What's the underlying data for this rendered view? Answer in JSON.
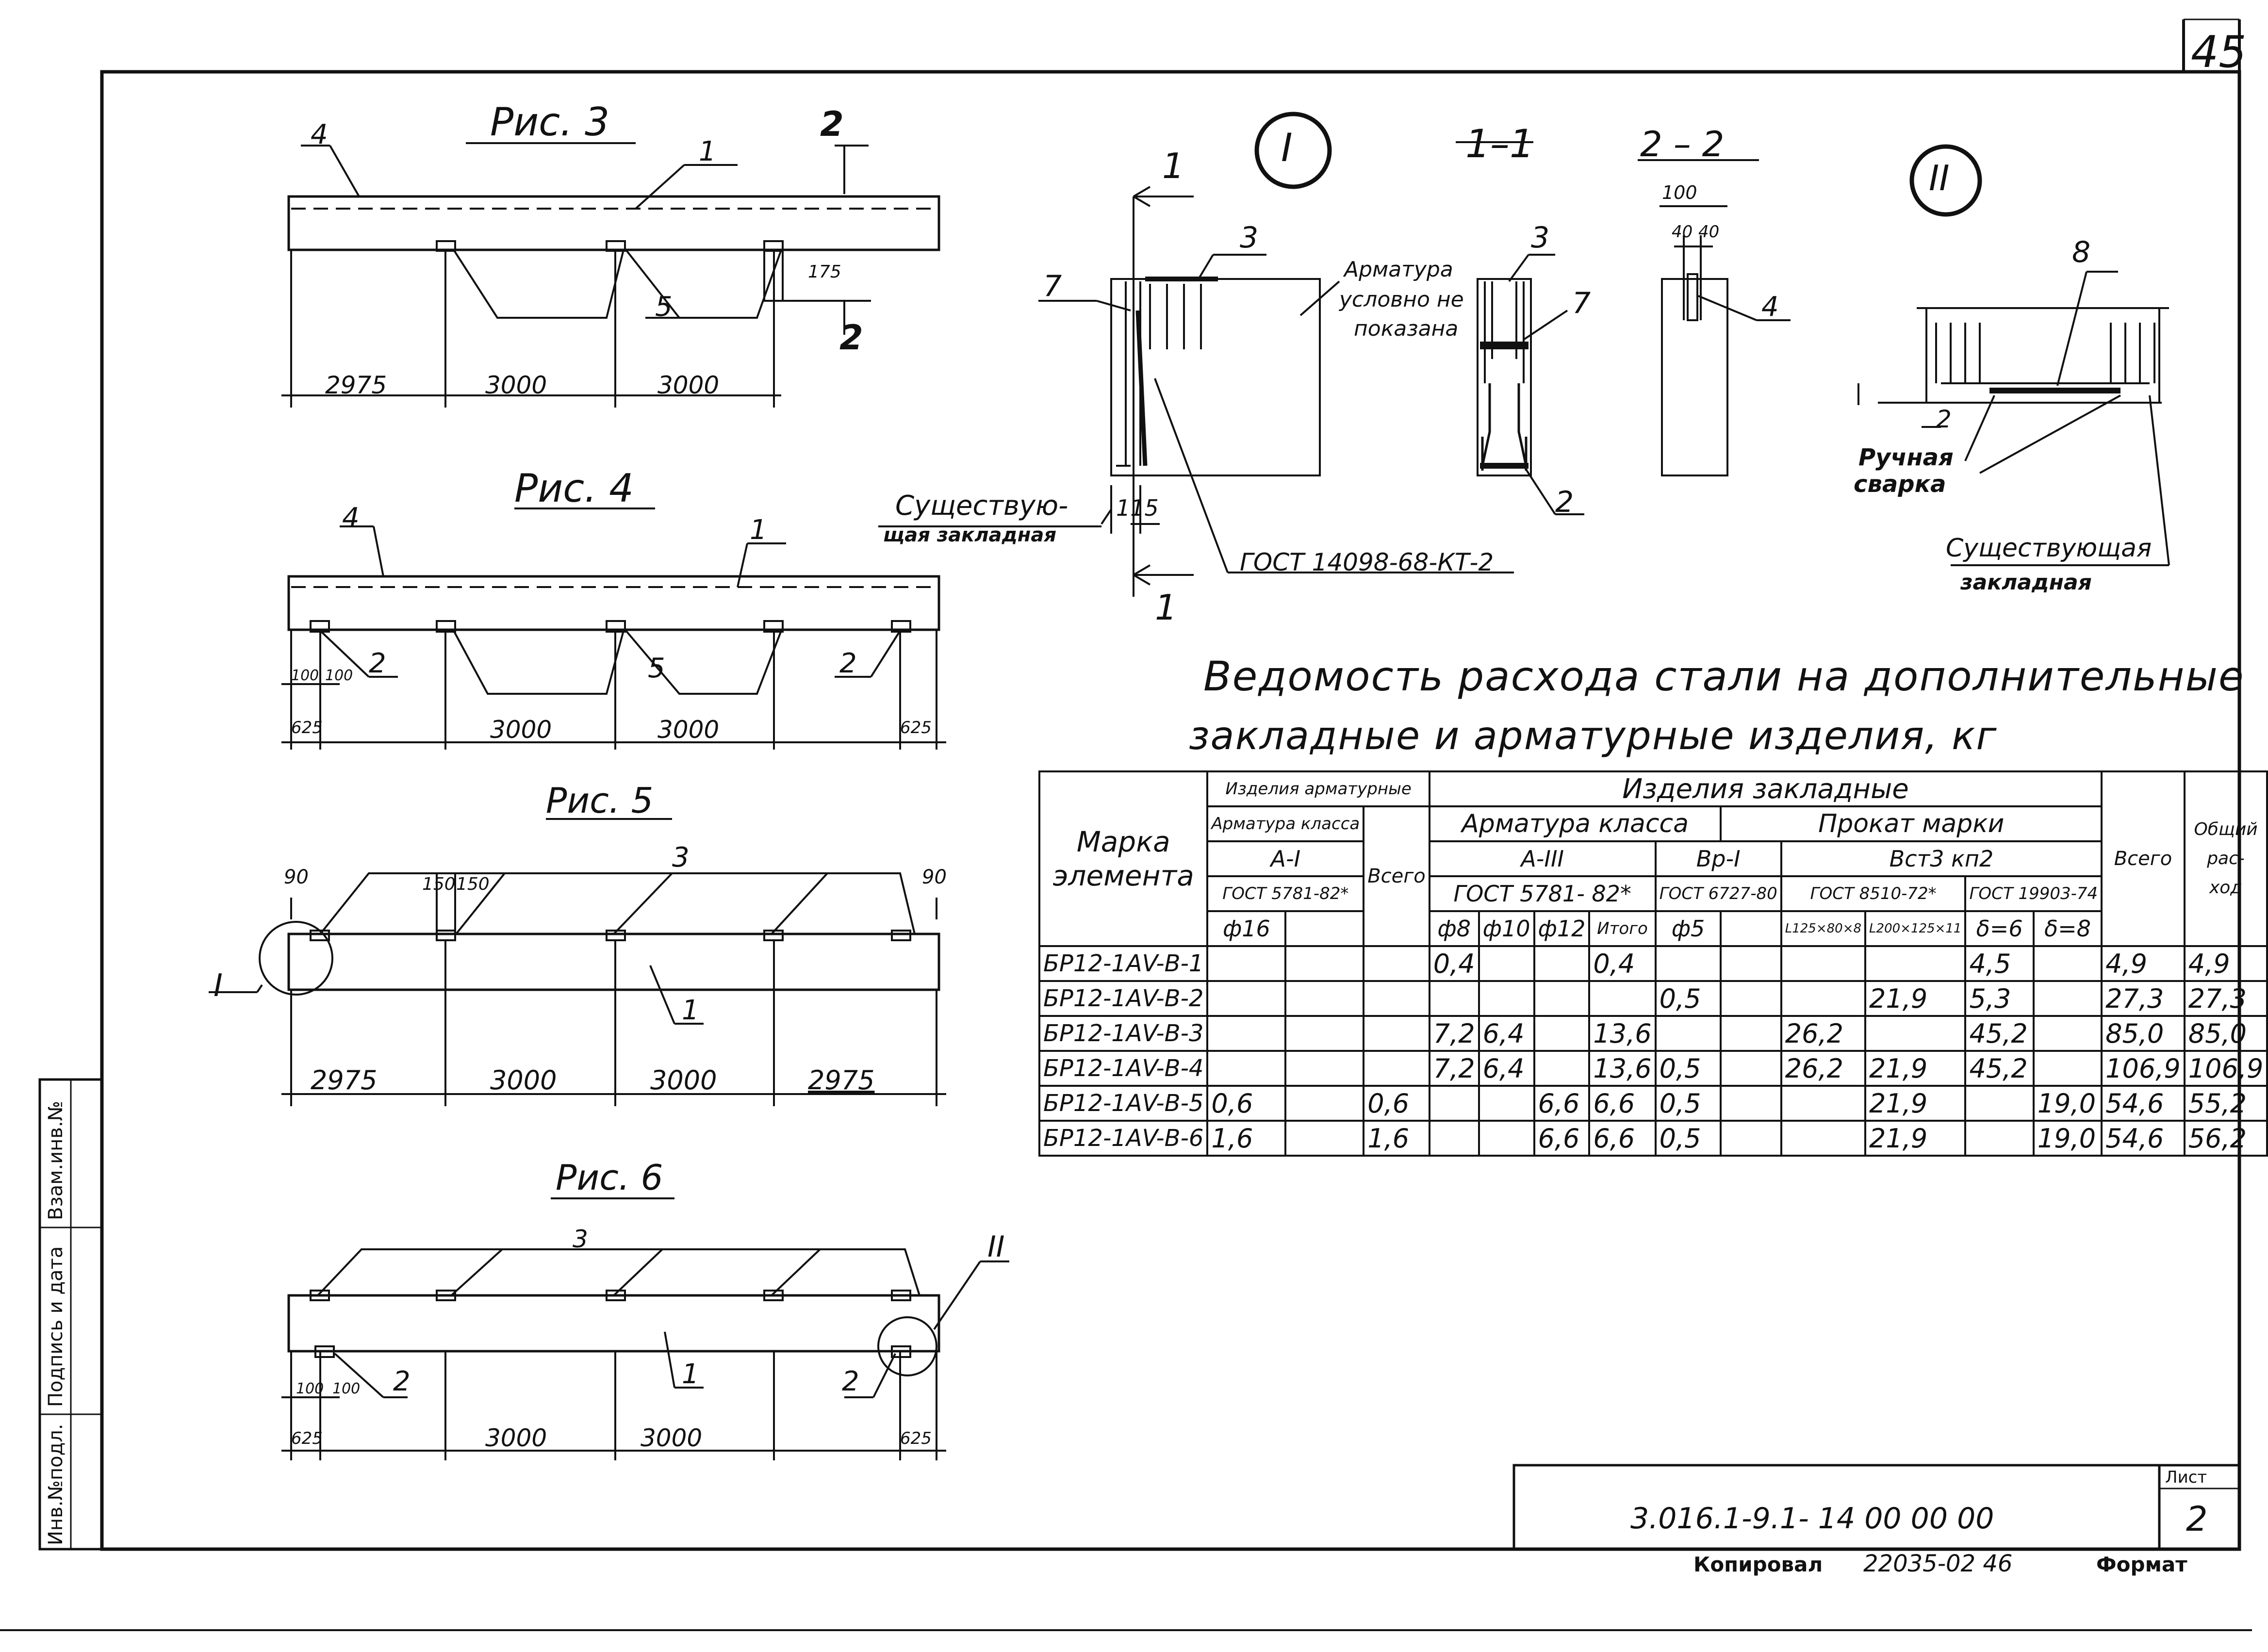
{
  "sheet": {
    "page_number": "45",
    "code": "3.016.1-9.1- 14 00 00 00",
    "list_label": "Лист",
    "list_number": "2",
    "copied_label": "Копировал",
    "copied_number": "22035-02 46",
    "format_label": "Формат",
    "side_stamp": [
      "Инв.№подл.",
      "Подпись и дата",
      "Взам.инв.№"
    ]
  },
  "figures": {
    "fig3": {
      "title": "Рис. 3",
      "callouts": [
        "4",
        "1",
        "5"
      ],
      "section_marks": [
        "2",
        "2"
      ],
      "dims": [
        "2975",
        "3000",
        "3000",
        "175"
      ]
    },
    "fig4": {
      "title": "Рис. 4",
      "callouts": [
        "4",
        "1",
        "2",
        "5",
        "2"
      ],
      "dims": [
        "100",
        "100",
        "625",
        "3000",
        "3000",
        "625"
      ]
    },
    "fig5": {
      "title": "Рис. 5",
      "callouts": [
        "3",
        "1",
        "I"
      ],
      "dims": [
        "90",
        "150",
        "150",
        "90",
        "2975",
        "3000",
        "3000",
        "2975"
      ]
    },
    "fig6": {
      "title": "Рис. 6",
      "callouts": [
        "3",
        "1",
        "2",
        "2",
        "II"
      ],
      "dims": [
        "100",
        "100",
        "625",
        "3000",
        "3000",
        "625"
      ]
    }
  },
  "details": {
    "node1": {
      "label": "I",
      "callouts": [
        "3",
        "7"
      ],
      "note_rebar": [
        "Арматура",
        "условно не",
        "показана"
      ],
      "note_existing": [
        "Существую-",
        "щая закладная"
      ],
      "note_gost": "ГОСТ 14098-68-КТ-2",
      "dim": "115",
      "section_marks": [
        "1",
        "1"
      ]
    },
    "section11": {
      "label": "1–1",
      "callouts": [
        "3",
        "7",
        "2"
      ]
    },
    "section22": {
      "label": "2 – 2",
      "dims": [
        "100",
        "40",
        "40"
      ],
      "callouts": [
        "4"
      ]
    },
    "node2": {
      "label": "II",
      "callouts": [
        "8",
        "2"
      ],
      "note_weld": [
        "Ручная",
        "сварка"
      ],
      "note_existing": [
        "Существующая",
        "закладная"
      ]
    }
  },
  "table": {
    "title_line1": "Ведомость   расхода стали на дополнительные",
    "title_line2": "закладные   и арматурные   изделия, кг",
    "headers": {
      "mark": [
        "Марка",
        "элемента"
      ],
      "rebar_products": "Изделия арматурные",
      "rebar_class": "Арматура класса",
      "a1": "А-I",
      "gost5781_short": "ГОСТ 5781-82*",
      "d16": "ф16",
      "total1": "Всего",
      "embedded_products": "Изделия закладные",
      "rebar_class2": "Арматура   класса",
      "a3": "А-III",
      "gost5781": "ГОСТ  5781- 82*",
      "d8": "ф8",
      "d10": "ф10",
      "d12": "ф12",
      "subtotal": "Итого",
      "bp1": "Вр-I",
      "gost6727": "ГОСТ 6727-80",
      "d5": "ф5",
      "rolled": "Прокат  марки",
      "steel": "Вст3 кп2",
      "gost8510": "ГОСТ 8510-72*",
      "gost19903": "ГОСТ 19903-74",
      "angle1": "L125×80×8",
      "angle2": "L200×125×11",
      "t6": "δ=6",
      "t8": "δ=8",
      "total2": "Всего",
      "overall": [
        "Общий",
        "рас-",
        "ход"
      ]
    },
    "rows": [
      [
        "БР12-1АV-В-1",
        "",
        "",
        "",
        "0,4",
        "",
        "",
        "0,4",
        "",
        "",
        "",
        "",
        "4,5",
        "",
        "4,9",
        "4,9"
      ],
      [
        "БР12-1АV-В-2",
        "",
        "",
        "",
        "",
        "",
        "",
        "",
        "0,5",
        "",
        "",
        "21,9",
        "5,3",
        "",
        "27,3",
        "27,3"
      ],
      [
        "БР12-1АV-В-3",
        "",
        "",
        "",
        "7,2",
        "6,4",
        "",
        "13,6",
        "",
        "",
        "26,2",
        "",
        "45,2",
        "",
        "85,0",
        "85,0"
      ],
      [
        "БР12-1АV-В-4",
        "",
        "",
        "",
        "7,2",
        "6,4",
        "",
        "13,6",
        "0,5",
        "",
        "26,2",
        "21,9",
        "45,2",
        "",
        "106,9",
        "106,9"
      ],
      [
        "БР12-1АV-В-5",
        "0,6",
        "",
        "0,6",
        "",
        "",
        "6,6",
        "6,6",
        "0,5",
        "",
        "",
        "21,9",
        "",
        "19,0",
        "54,6",
        "55,2"
      ],
      [
        "БР12-1АV-В-6",
        "1,6",
        "",
        "1,6",
        "",
        "",
        "6,6",
        "6,6",
        "0,5",
        "",
        "",
        "21,9",
        "",
        "19,0",
        "54,6",
        "56,2"
      ]
    ]
  }
}
